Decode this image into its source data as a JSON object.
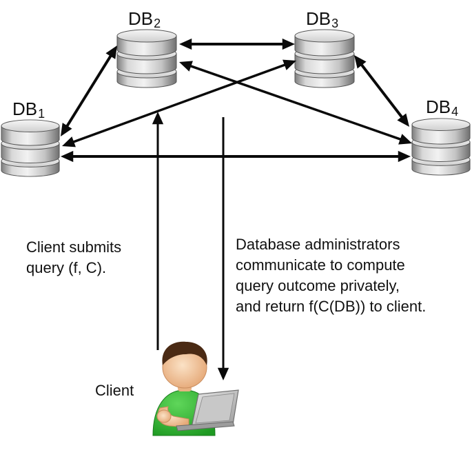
{
  "databases": [
    {
      "id": "db1",
      "name": "DB",
      "subscript": "1"
    },
    {
      "id": "db2",
      "name": "DB",
      "subscript": "2"
    },
    {
      "id": "db3",
      "name": "DB",
      "subscript": "3"
    },
    {
      "id": "db4",
      "name": "DB",
      "subscript": "4"
    }
  ],
  "client_submits": {
    "line1": "Client submits",
    "line2": "query  (f, C)."
  },
  "admins_text": {
    "line1": "Database administrators",
    "line2": "communicate to compute",
    "line3": "query outcome privately,",
    "line4": "and return f(C(DB)) to client."
  },
  "client_label": "Client",
  "colors": {
    "cylinder_light": "#e4e4e4",
    "cylinder_dark": "#8a8a8a",
    "arrow": "#0a0a0a",
    "shirt": "#2db52d",
    "skin": "#f4c79d",
    "hair": "#4a2a14",
    "laptop": "#b8b8b8"
  },
  "icons": [
    "database-icon",
    "client-person-icon",
    "laptop-icon"
  ]
}
